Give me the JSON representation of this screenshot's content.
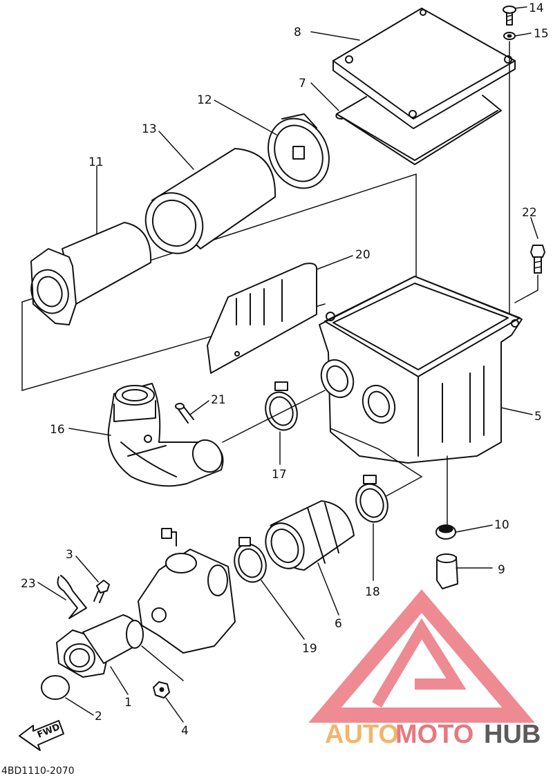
{
  "diagram_code": "4BD1110-2070",
  "fwd_label": "FWD",
  "watermark": {
    "part1": "AUTO",
    "part2": "MOTO",
    "part3": "HUB"
  },
  "callouts": {
    "c1": "1",
    "c2": "2",
    "c3": "3",
    "c4": "4",
    "c5": "5",
    "c6": "6",
    "c7": "7",
    "c8": "8",
    "c9": "9",
    "c10": "10",
    "c11": "11",
    "c12": "12",
    "c13": "13",
    "c14": "14",
    "c15": "15",
    "c16": "16",
    "c17": "17",
    "c18": "18",
    "c19": "19",
    "c20": "20",
    "c21": "21",
    "c22": "22",
    "c23": "23"
  }
}
